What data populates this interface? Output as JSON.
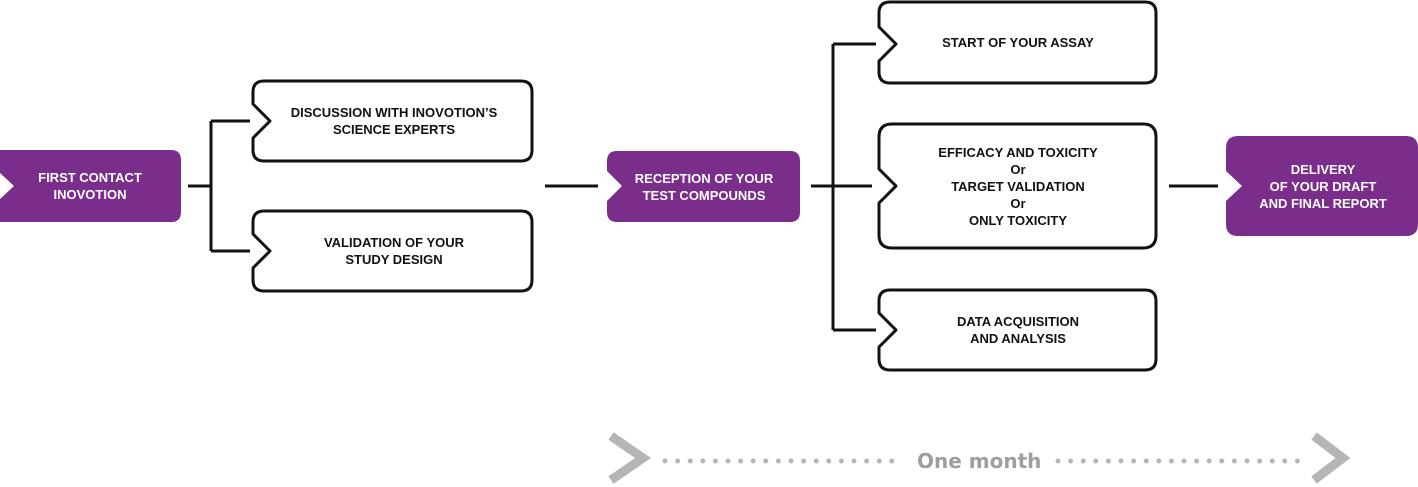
{
  "colors": {
    "accent": "#7b2d8b",
    "line": "#111111",
    "timeline": "#b5b5b5",
    "timeline_text": "#9e9e9e"
  },
  "steps": {
    "first_contact": "FIRST CONTACT\nINOVOTION",
    "discussion": "DISCUSSION WITH INOVOTION’S\nSCIENCE EXPERTS",
    "validation": "VALIDATION OF YOUR\nSTUDY DESIGN",
    "reception": "RECEPTION OF YOUR\nTEST COMPOUNDS",
    "start_assay": "START OF YOUR ASSAY",
    "efficacy": "EFFICACY AND TOXICITY\nOr\nTARGET VALIDATION\nOr\nONLY TOXICITY",
    "data_acquisition": "DATA ACQUISITION\nAND ANALYSIS",
    "delivery": "DELIVERY\nOF YOUR DRAFT\nAND  FINAL REPORT"
  },
  "timeline": {
    "label": "One month"
  }
}
